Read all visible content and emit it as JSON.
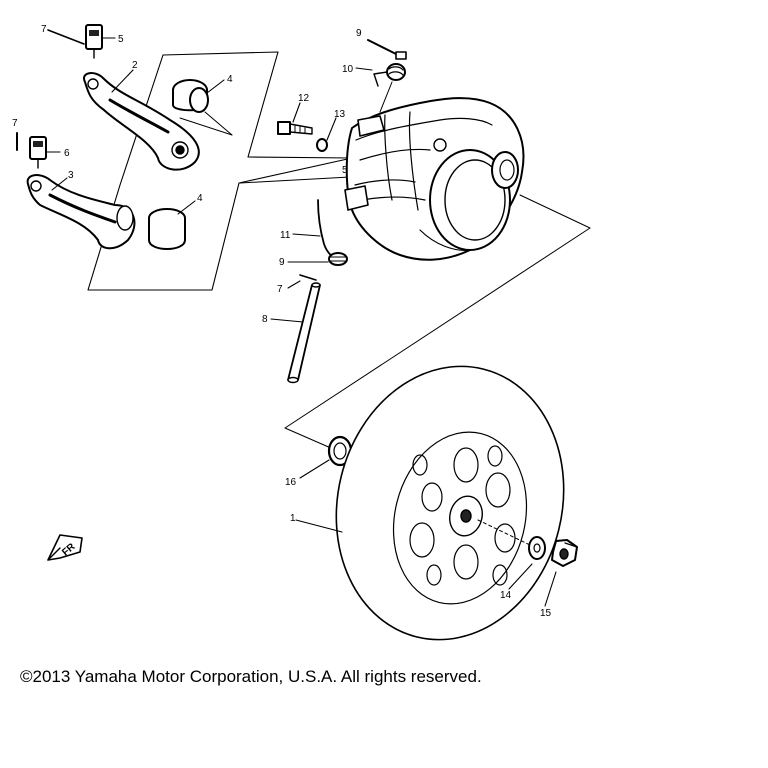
{
  "callouts": {
    "c1": "1",
    "c2": "2",
    "c3": "3",
    "c4a": "4",
    "c4b": "4",
    "c5a": "5",
    "c5b": "5",
    "c6": "6",
    "c7a": "7",
    "c7b": "7",
    "c7c": "7",
    "c8": "8",
    "c9a": "9",
    "c9b": "9",
    "c10": "10",
    "c11": "11",
    "c12": "12",
    "c13": "13",
    "c14": "14",
    "c15": "15",
    "c16": "16"
  },
  "fr_mark": "FR",
  "copyright": "©2013 Yamaha Motor Corporation, U.S.A. All rights reserved."
}
